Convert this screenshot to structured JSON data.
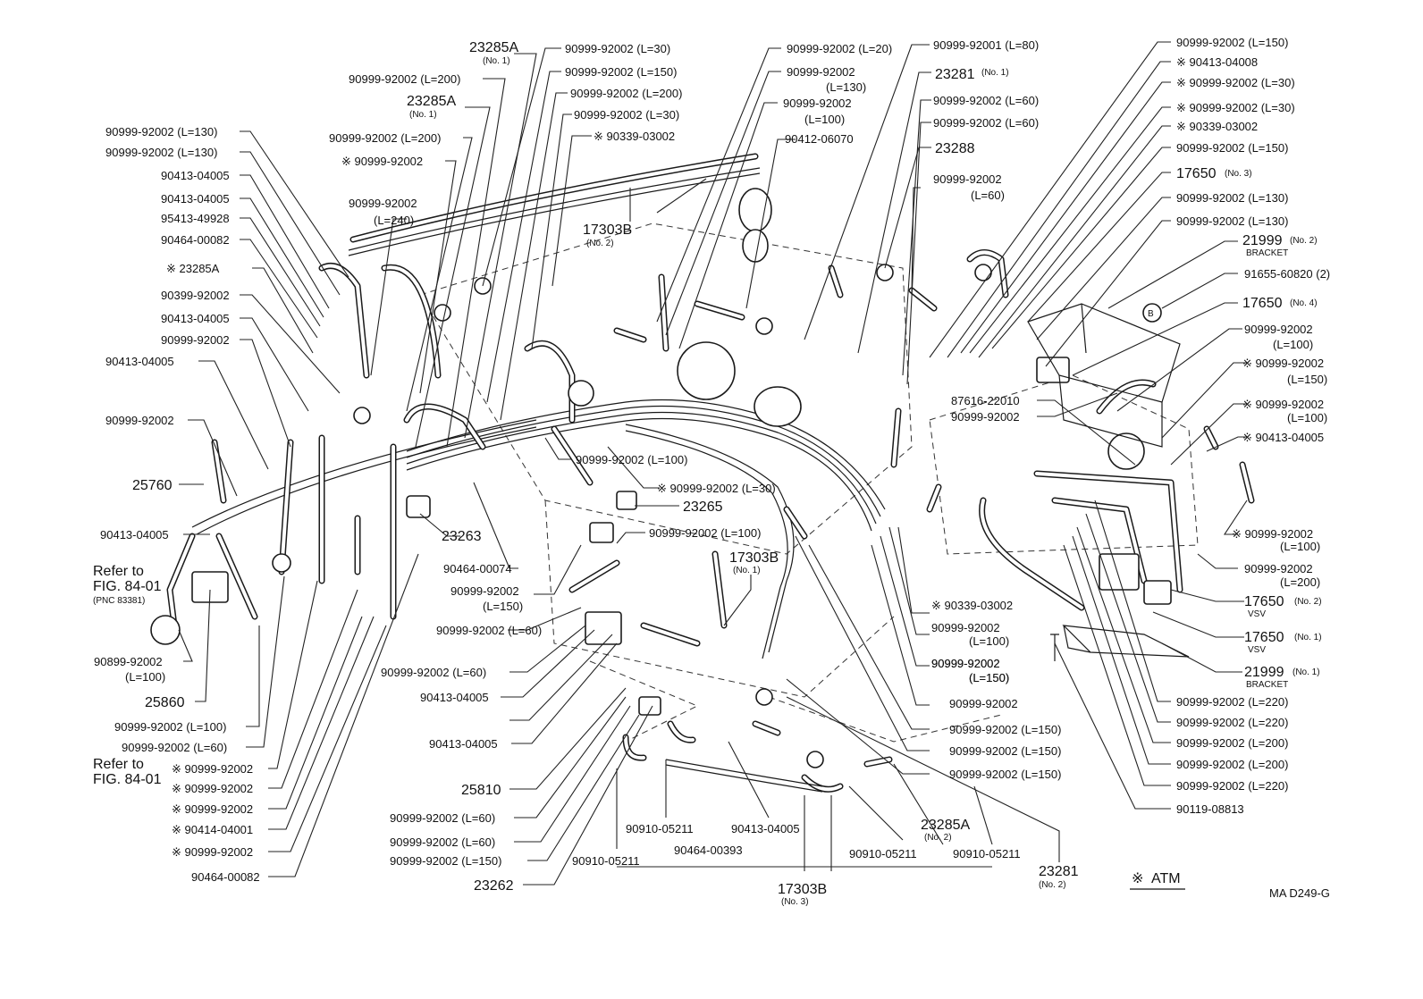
{
  "diagram_code": "MA D249-G",
  "legend": {
    "mark": "※",
    "text": "ATM"
  },
  "callouts_left": [
    "90999-92002 (L=130)",
    "90999-92002 (L=130)",
    "90413-04005",
    "90413-04005",
    "95413-49928",
    "90464-00082",
    "※ 23285A",
    "90399-92002",
    "90413-04005",
    "90999-92002",
    "90413-04005",
    "90999-92002",
    "25760",
    "90413-04005"
  ],
  "refer_1": {
    "line1": "Refer to",
    "line2": "FIG. 84-01",
    "line3": "(PNC 83381)"
  },
  "callouts_lower_left": [
    "90899-92002",
    "(L=100)",
    "25860",
    "90999-92002 (L=100)",
    "90999-92002 (L=60)"
  ],
  "refer_2": {
    "line1": "Refer to",
    "line2": "FIG. 84-01"
  },
  "callouts_bottom_left": [
    "※ 90999-92002",
    "※ 90999-92002",
    "※ 90999-92002",
    "※ 90414-04001",
    "※ 90999-92002",
    "90464-00082"
  ],
  "callouts_top_mid": [
    "23285A",
    "(No. 1)",
    "90999-92002 (L=200)",
    "23285A",
    "(No. 1)",
    "90999-92002 (L=200)",
    "※ 90999-92002",
    "90999-92002",
    "(L=240)",
    "90999-92002 (L=30)",
    "90999-92002 (L=150)",
    "90999-92002 (L=200)",
    "90999-92002 (L=30)",
    "※ 90339-03002",
    "17303B",
    "(No. 2)"
  ],
  "callouts_top_center": [
    "90999-92002 (L=20)",
    "90999-92002",
    "(L=130)",
    "90999-92002",
    "(L=100)",
    "90412-06070",
    "90999-92001 (L=80)",
    "23281",
    "(No. 1)",
    "90999-92002 (L=60)",
    "90999-92002 (L=60)",
    "23288",
    "90999-92002",
    "(L=60)"
  ],
  "callouts_right": [
    "90999-92002 (L=150)",
    "※ 90413-04008",
    "※ 90999-92002 (L=30)",
    "※ 90999-92002 (L=30)",
    "※ 90339-03002",
    "90999-92002 (L=150)",
    "17650",
    "(No. 3)",
    "90999-92002 (L=130)",
    "90999-92002 (L=130)",
    "21999",
    "(No. 2)",
    "BRACKET",
    "91655-60820 (2)",
    "17650",
    "(No. 4)",
    "90999-92002",
    "(L=100)",
    "※ 90999-92002",
    "(L=150)",
    "※ 90999-92002",
    "(L=100)",
    "※ 90413-04005",
    "87616-22010",
    "90999-92002",
    "B"
  ],
  "callouts_right_lower": [
    "※ 90999-92002",
    "(L=100)",
    "90999-92002",
    "(L=200)",
    "17650",
    "(No. 2)",
    "VSV",
    "17650",
    "(No. 1)",
    "VSV",
    "21999",
    "(No. 1)",
    "BRACKET",
    "90999-92002 (L=220)",
    "90999-92002 (L=220)",
    "90999-92002 (L=200)",
    "90999-92002 (L=200)",
    "90999-92002 (L=220)",
    "90119-08813"
  ],
  "callouts_center": [
    "90999-92002 (L=100)",
    "※ 90999-92002 (L=30)",
    "23265",
    "23263",
    "90999-92002 (L=100)",
    "90464-00074",
    "17303B",
    "(No. 1)",
    "90999-92002",
    "(L=150)",
    "90999-92002",
    "(L=150)",
    "※ 90339-03002",
    "90999-92002",
    "(L=100)",
    "90999-92002",
    "(L=150)",
    "90999-92002"
  ],
  "callouts_bottom_center": [
    "90999-92002 (L=60)",
    "90413-04005",
    "90999-92002 (L=60)",
    "90413-04005",
    "25810",
    "90999-92002 (L=60)",
    "90999-92002 (L=60)",
    "90999-92002 (L=150)",
    "23262",
    "90910-05211",
    "90910-05211",
    "90413-04005",
    "90464-00393",
    "90910-05211",
    "23285A",
    "(No. 2)",
    "90910-05211",
    "17303B",
    "(No. 3)",
    "23281",
    "(No. 2)",
    "90999-92002 (L=150)",
    "90999-92002 (L=150)",
    "90999-92002 (L=150)"
  ]
}
